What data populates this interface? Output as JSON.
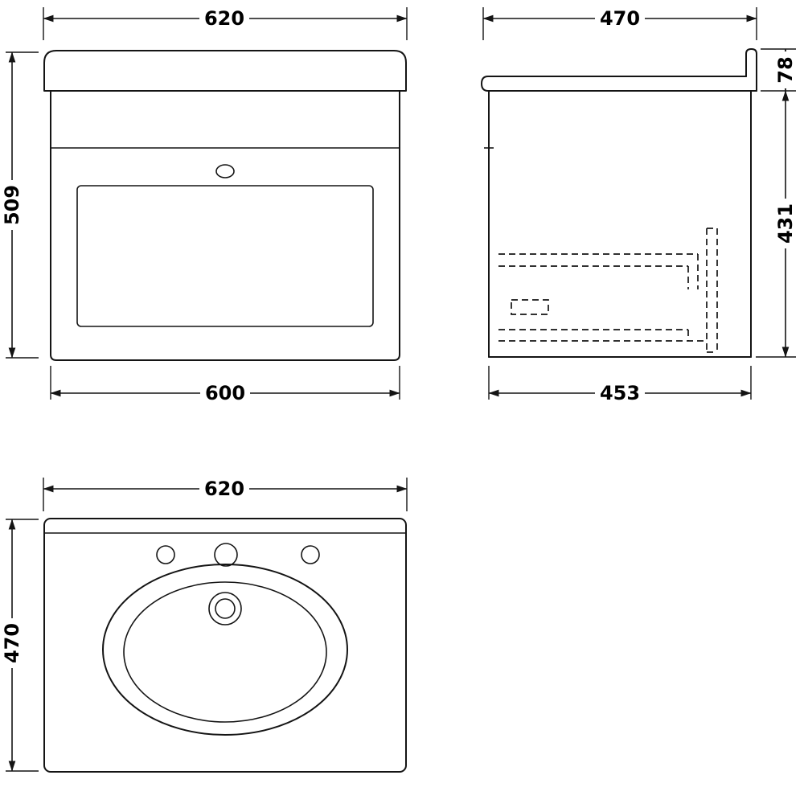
{
  "drawing": {
    "front": {
      "top_width": "620",
      "height": "509",
      "bottom_width": "600"
    },
    "side": {
      "top_depth": "470",
      "worktop_height": "78",
      "body_height": "431",
      "bottom_depth": "453"
    },
    "plan": {
      "width": "620",
      "depth": "470"
    },
    "style": {
      "line_color": "#141414",
      "background": "#ffffff"
    }
  }
}
